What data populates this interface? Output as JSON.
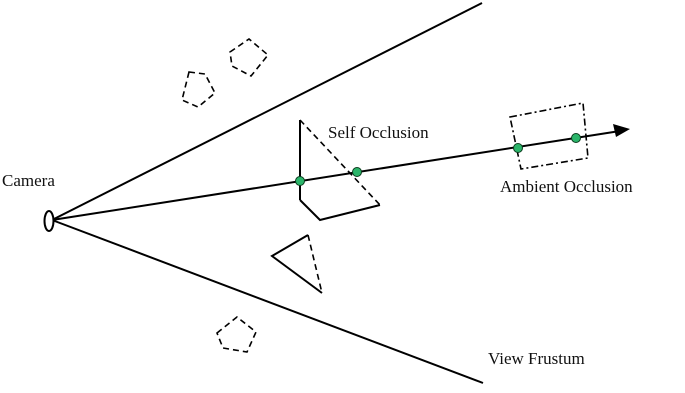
{
  "labels": {
    "camera": "Camera",
    "self_occlusion": "Self Occlusion",
    "ambient_occlusion": "Ambient Occlusion",
    "view_frustum": "View Frustum"
  },
  "colors": {
    "line": "#000000",
    "intersection_dot": "#2bb56a",
    "background": "#ffffff"
  }
}
